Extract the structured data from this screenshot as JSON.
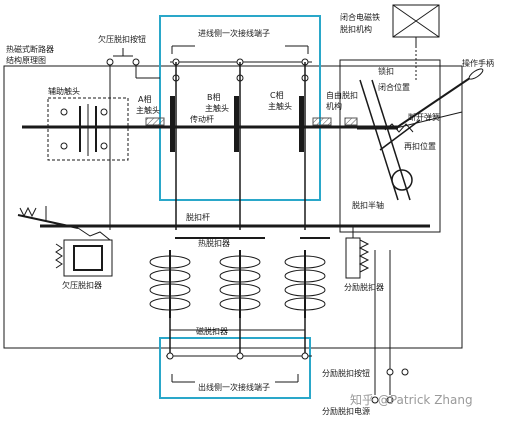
{
  "labels": {
    "breaker_name_1": "热磁式断路器",
    "breaker_name_2": "结构原理图",
    "undervoltage_button": "欠压脱扣按钮",
    "inlet_terminals": "进线侧一次接线端子",
    "outlet_terminals": "出线侧一次接线端子",
    "close_mechanism_1": "闭合电磁铁",
    "close_mechanism_2": "脱扣机构",
    "aux_contact": "辅助触头",
    "phase_a_1": "A相",
    "phase_a_2": "主触头",
    "phase_b_1": "B相",
    "phase_b_2": "主触头",
    "phase_c_1": "C相",
    "phase_c_2": "主触头",
    "moving_rod": "传动杆",
    "free_trip": "自由脱扣",
    "free_trip_2": "机构",
    "latch": "锁扣",
    "closed_position": "闭合位置",
    "operating_handle": "操作手柄",
    "break_spring": "断开弹簧",
    "reset_position": "再扣位置",
    "trip_half_shaft": "脱扣半轴",
    "trip_rod": "脱扣杆",
    "thermal_release": "热脱扣器",
    "undervoltage_release": "欠压脱扣器",
    "shunt_release": "分励脱扣器",
    "magnetic_release": "磁脱扣器",
    "shunt_button": "分励脱扣按钮",
    "shunt_power": "分励脱扣电源"
  },
  "watermark": "知乎 @Patrick Zhang",
  "colors": {
    "line": "#1a1a1a",
    "highlight_box": "#2aa7c9",
    "hatch": "#555555",
    "panel": "#ffffff"
  }
}
